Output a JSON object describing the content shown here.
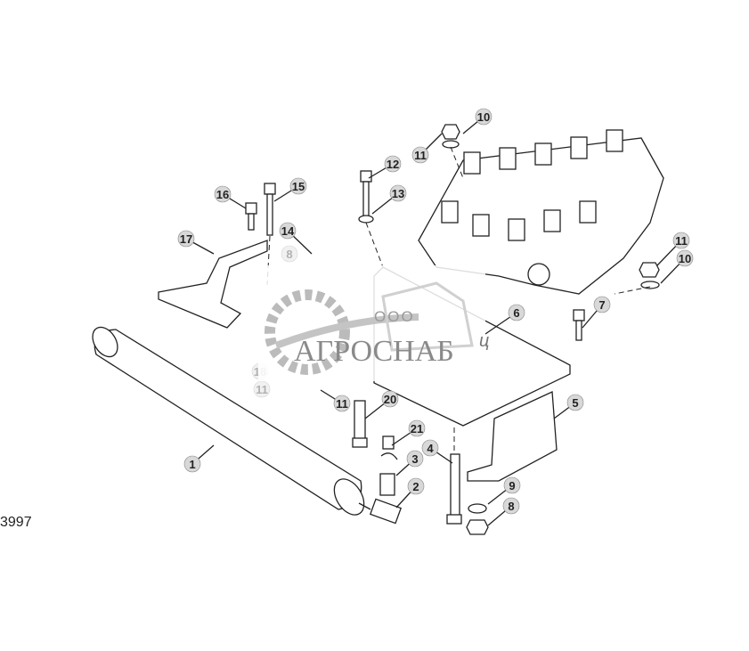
{
  "diagram_id": "3997",
  "watermark": {
    "prefix": "ООО",
    "name": "АГРОСНАБ"
  },
  "callouts": [
    "10",
    "11",
    "12",
    "13",
    "15",
    "16",
    "17",
    "14",
    "8",
    "11",
    "10",
    "6",
    "7",
    "18",
    "11",
    "11",
    "20",
    "21",
    "3",
    "4",
    "2",
    "1",
    "5",
    "9",
    "8"
  ],
  "extra_mark": "ц"
}
